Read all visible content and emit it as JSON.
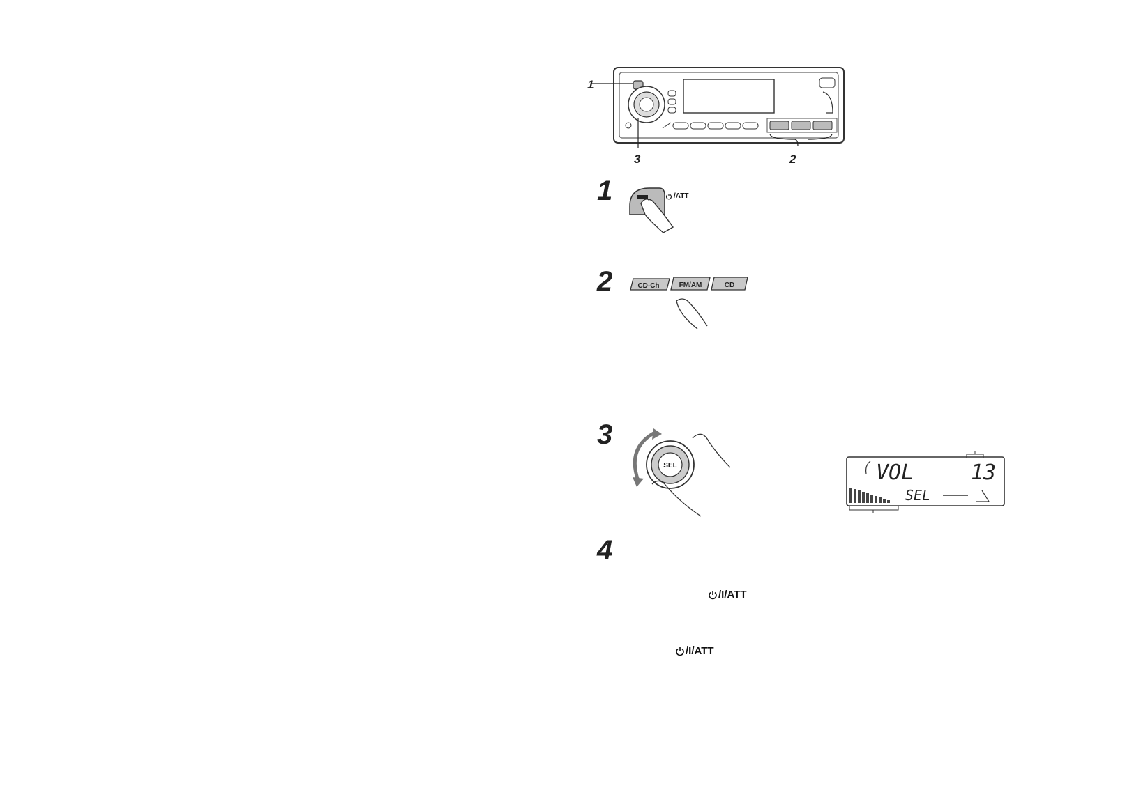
{
  "front_panel": {
    "callouts": [
      "1",
      "3",
      "2"
    ]
  },
  "steps": [
    {
      "number": "1",
      "button_label": "/ATT"
    },
    {
      "number": "2",
      "buttons": [
        "CD-Ch",
        "FM/AM",
        "CD"
      ]
    },
    {
      "number": "3",
      "knob_label": "SEL"
    },
    {
      "number": "4"
    }
  ],
  "display": {
    "line1_left": "VOL",
    "line1_right": "13",
    "line2": "SEL"
  },
  "notes": [
    {
      "button_text": "/I/ATT",
      "icon": "power-icon"
    },
    {
      "button_text": "/I/ATT",
      "icon": "power-icon"
    }
  ]
}
